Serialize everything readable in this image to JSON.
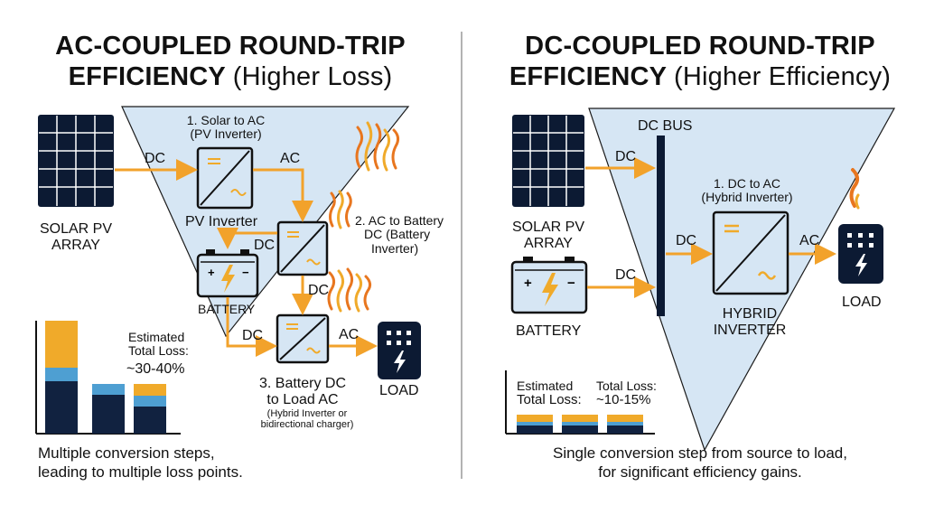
{
  "left": {
    "title_line1": "AC-COUPLED ROUND-TRIP",
    "title_line2_bold": "EFFICIENCY",
    "title_line2_paren": "(Higher Loss)",
    "solar_label_1": "SOLAR PV",
    "solar_label_2": "ARRAY",
    "dc_label_1": "DC",
    "step1_line1": "1. Solar to AC",
    "step1_line2": "(PV Inverter)",
    "ac_label_1": "AC",
    "pv_inverter_label": "PV Inverter",
    "step2_line1": "2. AC to Battery",
    "step2_line2": "DC (Battery",
    "step2_line3": "Inverter)",
    "dc_label_2": "DC",
    "battery_label": "BATTERY",
    "dc_label_3": "DC",
    "dc_label_4": "DC",
    "ac_label_2": "AC",
    "load_label": "LOAD",
    "step3_line1": "3. Battery DC",
    "step3_line2": "to Load AC",
    "step3_note_1": "(Hybrid Inverter or",
    "step3_note_2": "bidirectional charger)",
    "loss_label_1": "Estimated",
    "loss_label_2": "Total Loss:",
    "loss_value": "~30-40%",
    "caption_1": "Multiple conversion steps,",
    "caption_2": "leading to multiple loss points."
  },
  "right": {
    "title_line1": "DC-COUPLED ROUND-TRIP",
    "title_line2_bold": "EFFICIENCY",
    "title_line2_paren": "(Higher Efficiency)",
    "dc_bus_label": "DC BUS",
    "dc_label_1": "DC",
    "solar_label_1": "SOLAR PV",
    "solar_label_2": "ARRAY",
    "dc_label_2": "DC",
    "battery_label": "BATTERY",
    "step1_line1": "1. DC to AC",
    "step1_line2": "(Hybrid Inverter)",
    "dc_label_3": "DC",
    "ac_label": "AC",
    "load_label": "LOAD",
    "hybrid_label_1": "HYBRID",
    "hybrid_label_2": "INVERTER",
    "loss_label_1": "Estimated",
    "loss_label_2": "Total Loss:",
    "loss_title": "Total Loss:",
    "loss_value": "~10-15%",
    "caption_1": "Single conversion step from source to load,",
    "caption_2": "for significant efficiency gains."
  },
  "chart_data": [
    {
      "type": "bar",
      "stacked": true,
      "categories": [
        "",
        "",
        ""
      ],
      "series": [
        {
          "values": [
            58,
            43,
            30
          ],
          "color": "#112240"
        },
        {
          "values": [
            15,
            12,
            12
          ],
          "color": "#4e9fd2"
        },
        {
          "values": [
            52,
            0,
            13
          ],
          "color": "#f0aa2a"
        }
      ],
      "title": "",
      "xlabel": "",
      "ylabel": "",
      "ylim": [
        0,
        125
      ],
      "grid": false
    },
    {
      "type": "bar",
      "stacked": true,
      "categories": [
        "",
        "",
        ""
      ],
      "series": [
        {
          "values": [
            9,
            9,
            9
          ],
          "color": "#112240"
        },
        {
          "values": [
            4,
            4,
            4
          ],
          "color": "#4e9fd2"
        },
        {
          "values": [
            8,
            8,
            8
          ],
          "color": "#f0aa2a"
        }
      ],
      "title": "",
      "xlabel": "",
      "ylabel": "",
      "ylim": [
        0,
        60
      ],
      "grid": false
    }
  ],
  "colors": {
    "accent_orange": "#f0aa2a",
    "flow_orange": "#f2a22b",
    "navy": "#112240",
    "light_blue": "#4e9fd2",
    "funnel": "#d6e6f4",
    "heat_orange": "#e8761f"
  }
}
